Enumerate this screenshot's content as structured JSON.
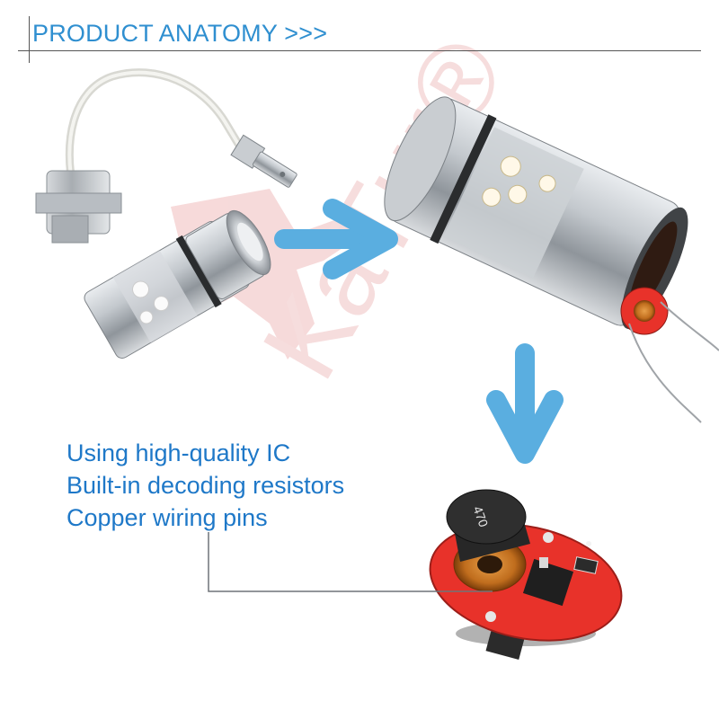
{
  "header": {
    "title": "PRODUCT ANATOMY >>>"
  },
  "watermark": {
    "text": "KaTur®",
    "color": "#f3c8c8"
  },
  "features": [
    "Using high-quality IC",
    "Built-in decoding resistors",
    "Copper wiring pins"
  ],
  "inductor": {
    "marking": "470"
  },
  "colors": {
    "arrow": "#5aaee0",
    "accent_text": "#1e78c8",
    "pcb": "#e8322a",
    "chrome": "#b9bec4"
  }
}
